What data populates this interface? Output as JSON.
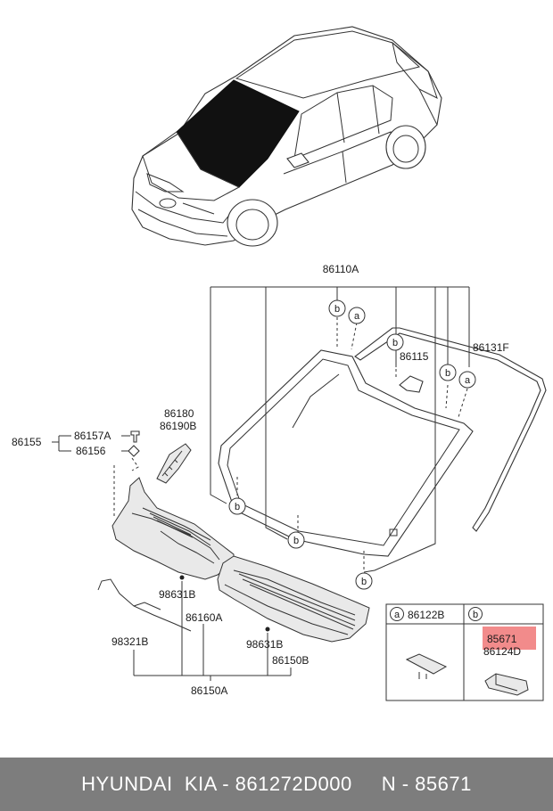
{
  "parts": {
    "p86110A": "86110A",
    "p86131F": "86131F",
    "p86115": "86115",
    "p86180": "86180",
    "p86190B": "86190B",
    "p86155": "86155",
    "p86157A": "86157A",
    "p86156": "86156",
    "p98631B_1": "98631B",
    "p98631B_2": "98631B",
    "p86160A": "86160A",
    "p98321B": "98321B",
    "p86150B": "86150B",
    "p86150A": "86150A"
  },
  "callouts": {
    "a": "a",
    "b": "b"
  },
  "legend": {
    "a_letter": "a",
    "a_part": "86122B",
    "b_letter": "b",
    "b_part_highlight": "85671",
    "b_part": "86124D",
    "highlight_color": "#f28b8b"
  },
  "footer": {
    "text": "HYUNDAI  KIA - 861272D000     N - 85671"
  }
}
